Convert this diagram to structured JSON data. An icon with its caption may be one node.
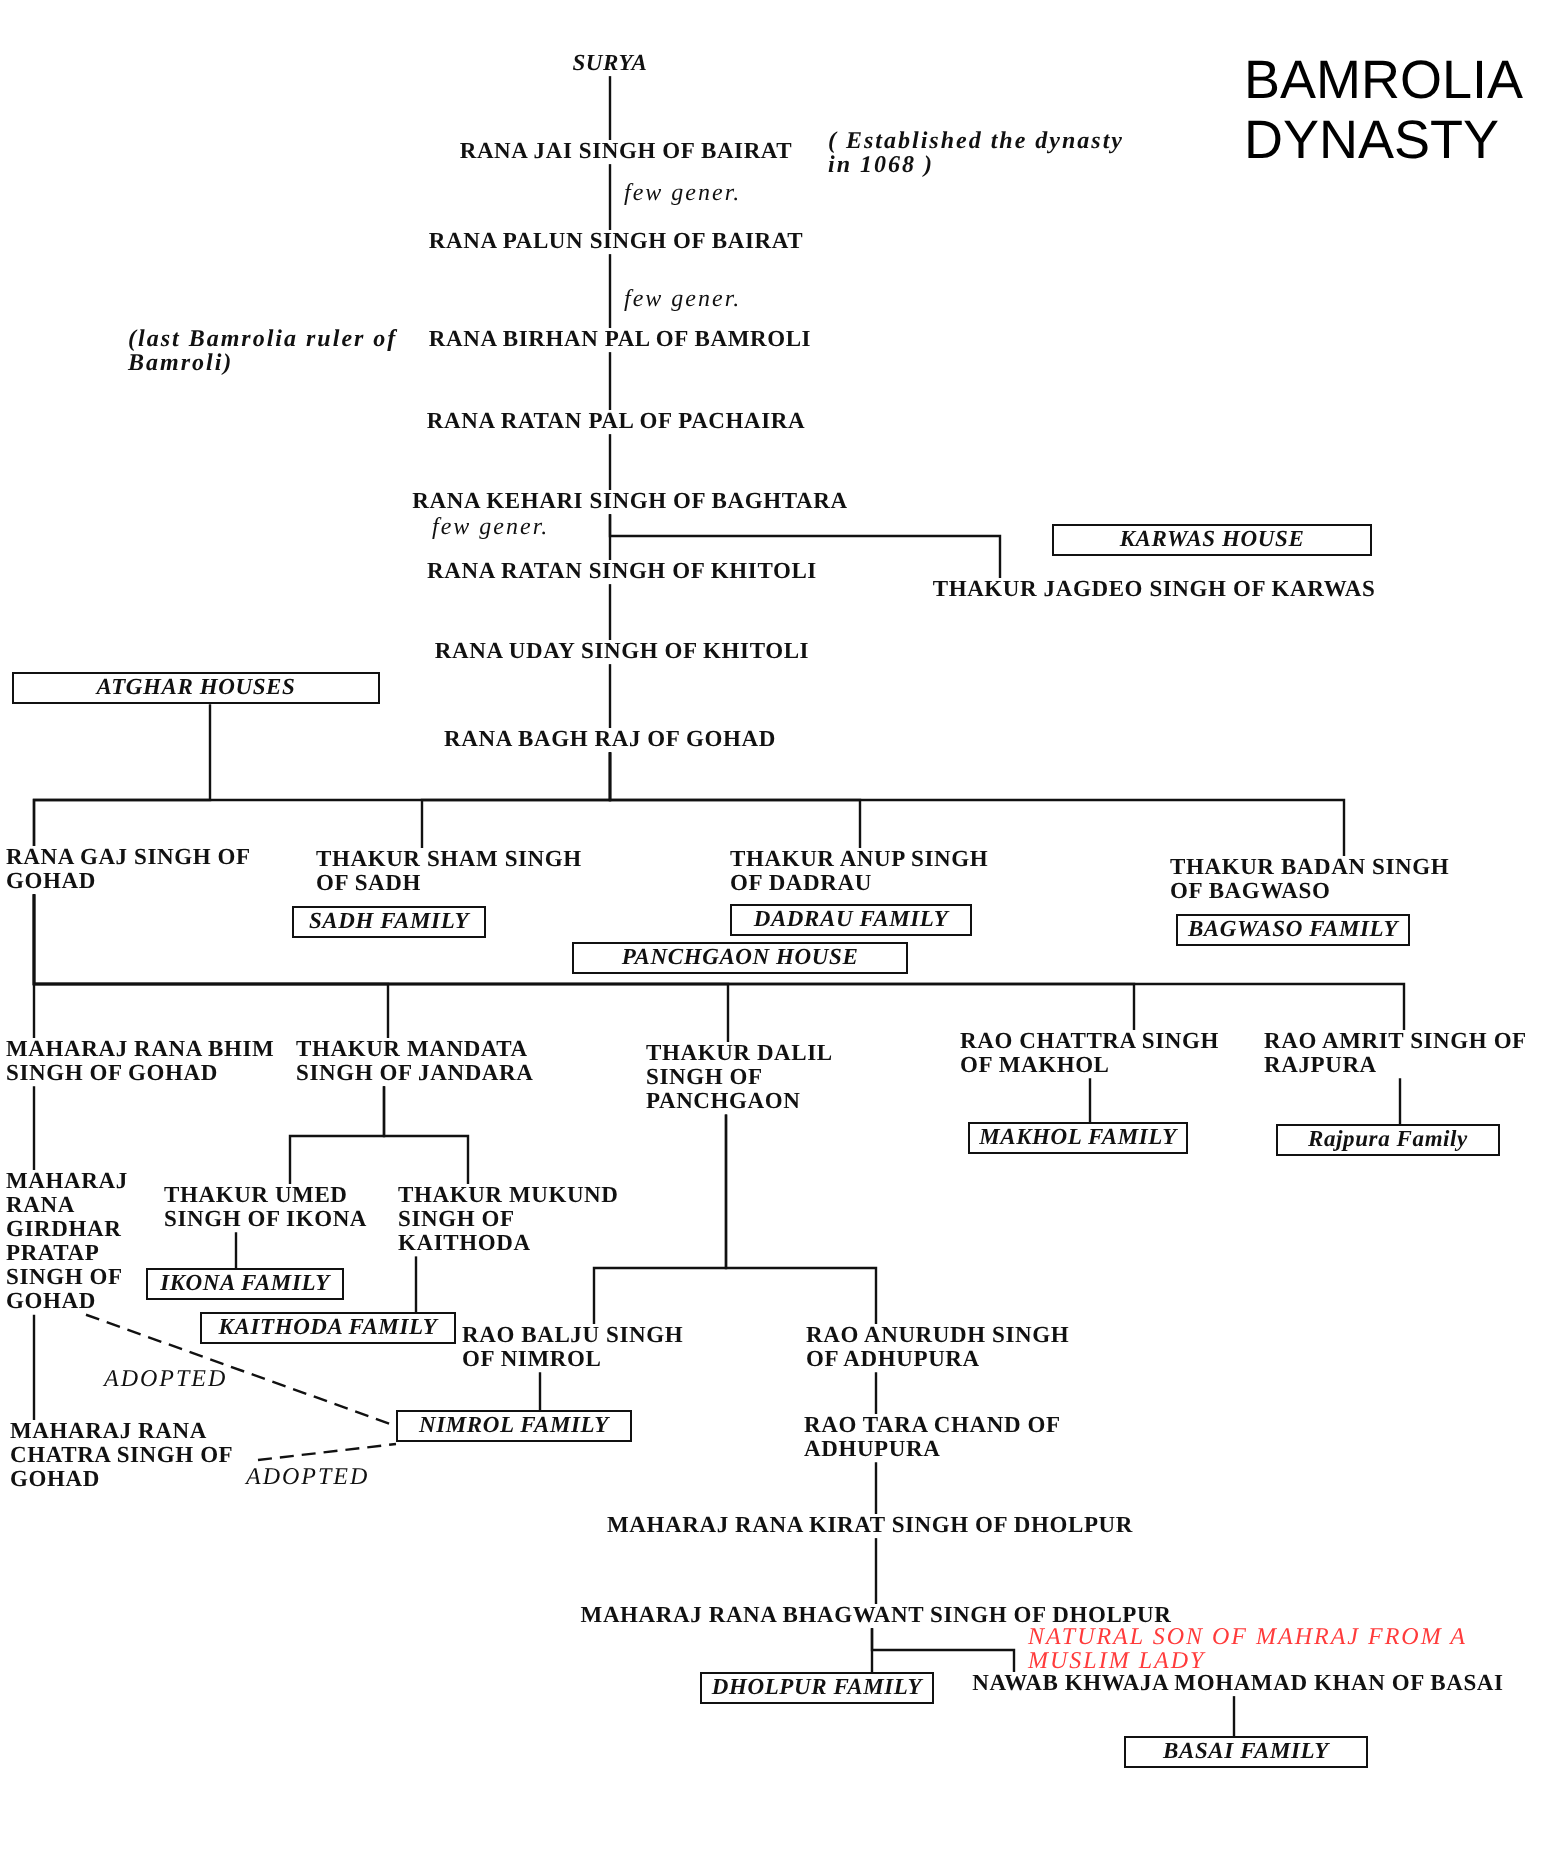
{
  "diagram": {
    "title": "BAMROLIA DYNASTY",
    "nodes": [
      {
        "text": [
          "SURYA"
        ]
      },
      {
        "text": [
          "RANA JAI SINGH OF BAIRAT"
        ],
        "beside": [
          "( Established the dynasty in 1068 )"
        ]
      },
      {
        "text": [
          "RANA PALUN SINGH OF BAIRAT"
        ]
      },
      {
        "text": [
          "RANA BIRHAN PAL OF BAMROLI"
        ],
        "beside": [
          "(last Bamrolia ruler of Bamroli)"
        ]
      },
      {
        "text": [
          "RANA RATAN PAL OF PACHAIRA"
        ]
      },
      {
        "text": [
          "RANA KEHARI SINGH OF BAGHTARA"
        ]
      },
      {
        "text": [
          "RANA RATAN SINGH OF KHITOLI"
        ]
      },
      {
        "text": [
          "THAKUR JAGDEO SINGH OF KARWAS"
        ]
      },
      {
        "text": [
          "KARWAS HOUSE"
        ]
      },
      {
        "text": [
          "RANA UDAY SINGH OF KHITOLI"
        ]
      },
      {
        "text": [
          "ATGHAR HOUSES"
        ]
      },
      {
        "text": [
          "RANA BAGH RAJ OF GOHAD"
        ]
      },
      {
        "text": [
          "RANA GAJ SINGH OF GOHAD"
        ]
      },
      {
        "text": [
          "THAKUR SHAM SINGH OF SADH"
        ]
      },
      {
        "text": [
          "SADH FAMILY"
        ]
      },
      {
        "text": [
          "THAKUR ANUP SINGH OF DADRAU"
        ]
      },
      {
        "text": [
          "DADRAU FAMILY"
        ]
      },
      {
        "text": [
          "THAKUR BADAN SINGH OF BAGWASO"
        ]
      },
      {
        "text": [
          "BAGWASO FAMILY"
        ]
      },
      {
        "text": [
          "PANCHGAON HOUSE"
        ]
      },
      {
        "text": [
          "MAHARAJ RANA BHIM SINGH OF GOHAD"
        ]
      },
      {
        "text": [
          "THAKUR MANDATA SINGH OF JANDARA"
        ]
      },
      {
        "text": [
          "THAKUR DALIL SINGH OF PANCHGAON"
        ]
      },
      {
        "text": [
          "RAO CHATTRA SINGH OF MAKHOL"
        ]
      },
      {
        "text": [
          "MAKHOL FAMILY"
        ]
      },
      {
        "text": [
          "RAO AMRIT SINGH OF RAJPURA"
        ]
      },
      {
        "text": [
          "Rajpura Family"
        ]
      },
      {
        "text": [
          "MAHARAJ RANA GIRDHAR PRATAP SINGH OF GOHAD"
        ]
      },
      {
        "text": [
          "THAKUR UMED SINGH OF IKONA"
        ]
      },
      {
        "text": [
          "IKONA FAMILY"
        ]
      },
      {
        "text": [
          "THAKUR MUKUND SINGH OF KAITHODA"
        ]
      },
      {
        "text": [
          "KAITHODA FAMILY"
        ]
      },
      {
        "text": [
          "RAO BALJU SINGH OF NIMROL"
        ]
      },
      {
        "text": [
          "RAO ANURUDH SINGH OF ADHUPURA"
        ]
      },
      {
        "text": [
          "MAHARAJ RANA CHATRA SINGH OF GOHAD"
        ]
      },
      {
        "text": [
          "NIMROL FAMILY"
        ]
      },
      {
        "text": [
          "RAO TARA CHAND OF ADHUPURA"
        ]
      },
      {
        "text": [
          "MAHARAJ RANA KIRAT SINGH OF DHOLPUR"
        ]
      },
      {
        "text": [
          "MAHARAJ RANA BHAGWANT SINGH OF DHOLPUR"
        ]
      },
      {
        "text": [
          "DHOLPUR FAMILY"
        ]
      },
      {
        "text": [
          "NAWAB KHWAJA MOHAMAD KHAN OF BASAI"
        ],
        "beside": [
          "NATURAL SON OF MAHRAJ FROM A MUSLIM LADY"
        ]
      },
      {
        "text": [
          "BASAI FAMILY"
        ]
      }
    ],
    "edges": [
      {
        "from": 0,
        "to": 1,
        "arrow": "none"
      },
      {
        "from": 1,
        "to": 2,
        "arrow": "none",
        "label": "few gener."
      },
      {
        "from": 2,
        "to": 3,
        "arrow": "none",
        "label": "few gener."
      },
      {
        "from": 3,
        "to": 4,
        "arrow": "none"
      },
      {
        "from": 4,
        "to": 5,
        "arrow": "none"
      },
      {
        "from": 5,
        "to": 6,
        "arrow": "none",
        "label": "few gener."
      },
      {
        "from": 5,
        "to": 7,
        "arrow": "none"
      },
      {
        "from": 6,
        "to": 9,
        "arrow": "none"
      },
      {
        "from": 9,
        "to": 11,
        "arrow": "none"
      },
      {
        "from": 11,
        "to": 12,
        "arrow": "none"
      },
      {
        "from": 11,
        "to": 13,
        "arrow": "none"
      },
      {
        "from": 11,
        "to": 15,
        "arrow": "none"
      },
      {
        "from": 11,
        "to": 17,
        "arrow": "none"
      },
      {
        "from": 10,
        "to": 12,
        "arrow": "none"
      },
      {
        "from": 12,
        "to": 20,
        "arrow": "none"
      },
      {
        "from": 12,
        "to": 21,
        "arrow": "none"
      },
      {
        "from": 12,
        "to": 22,
        "arrow": "none"
      },
      {
        "from": 12,
        "to": 23,
        "arrow": "none"
      },
      {
        "from": 12,
        "to": 25,
        "arrow": "none"
      },
      {
        "from": 23,
        "to": 24,
        "arrow": "none"
      },
      {
        "from": 25,
        "to": 26,
        "arrow": "none"
      },
      {
        "from": 20,
        "to": 27,
        "arrow": "none"
      },
      {
        "from": 27,
        "to": 34,
        "arrow": "none"
      },
      {
        "from": 27,
        "to": 35,
        "arrow": "none",
        "style": "dashed",
        "label": "ADOPTED"
      },
      {
        "from": 34,
        "to": 35,
        "arrow": "none",
        "style": "dashed",
        "label": "ADOPTED"
      },
      {
        "from": 21,
        "to": 28,
        "arrow": "none"
      },
      {
        "from": 21,
        "to": 30,
        "arrow": "none"
      },
      {
        "from": 28,
        "to": 29,
        "arrow": "none"
      },
      {
        "from": 30,
        "to": 31,
        "arrow": "none"
      },
      {
        "from": 22,
        "to": 32,
        "arrow": "none"
      },
      {
        "from": 22,
        "to": 33,
        "arrow": "none"
      },
      {
        "from": 32,
        "to": 35,
        "arrow": "none"
      },
      {
        "from": 33,
        "to": 36,
        "arrow": "none"
      },
      {
        "from": 36,
        "to": 37,
        "arrow": "none"
      },
      {
        "from": 37,
        "to": 38,
        "arrow": "none"
      },
      {
        "from": 38,
        "to": 39,
        "arrow": "none"
      },
      {
        "from": 38,
        "to": 40,
        "arrow": "none"
      },
      {
        "from": 40,
        "to": 41,
        "arrow": "none"
      }
    ]
  }
}
